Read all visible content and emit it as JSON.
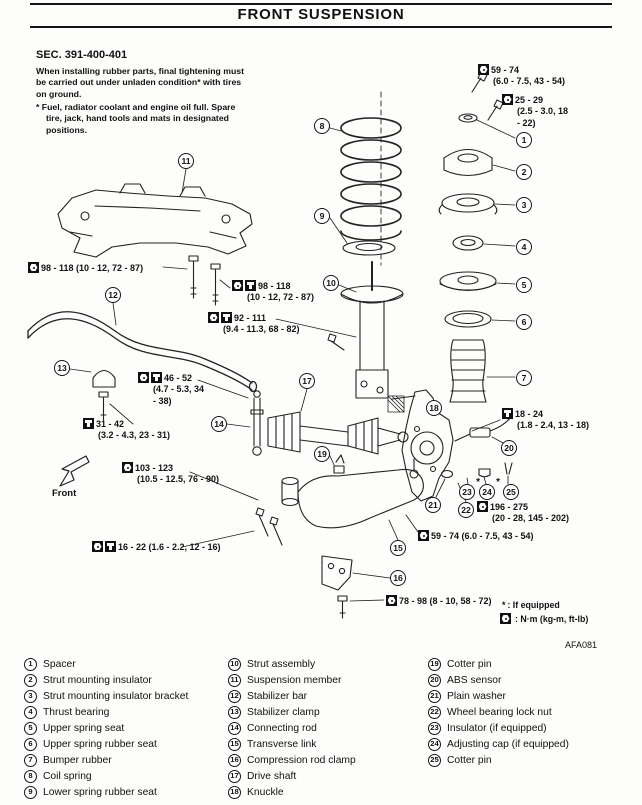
{
  "header": {
    "title": "FRONT SUSPENSION",
    "section": "SEC. 391-400-401",
    "note_main": "When installing rubber parts, final tightening must be carried out under unladen condition* with tires on ground.",
    "note_sub": "* Fuel, radiator coolant and engine oil full. Spare tire, jack, hand tools and mats in designated positions."
  },
  "diagram": {
    "front_label": "Front",
    "figure_id": "AFA081",
    "star": "*",
    "legend": {
      "star": "*",
      "if_equipped": ": If equipped",
      "unit": ": N·m (kg-m, ft-lb)"
    },
    "icons": {
      "nut": "hex-nut-in-black-square",
      "bolt": "bolt-in-black-square"
    },
    "torques": [
      {
        "val": "59 - 74",
        "sub": "(6.0 - 7.5, 43 - 54)",
        "icons": [
          "nut"
        ]
      },
      {
        "val": "25 - 29",
        "sub": "(2.5 - 3.0, 18 - 22)",
        "icons": [
          "nut"
        ]
      },
      {
        "val": "98 - 118 (10 - 12, 72 - 87)",
        "icons": [
          "nut"
        ]
      },
      {
        "val": "98 - 118",
        "sub": "(10 - 12, 72 - 87)",
        "icons": [
          "nut",
          "bolt"
        ]
      },
      {
        "val": "92 - 111",
        "sub": "(9.4 - 11.3, 68 - 82)",
        "icons": [
          "nut",
          "bolt"
        ]
      },
      {
        "val": "46 - 52",
        "sub": "(4.7 - 5.3, 34 - 38)",
        "icons": [
          "nut",
          "bolt"
        ]
      },
      {
        "val": "31 - 42",
        "sub": "(3.2 - 4.3, 23 - 31)",
        "icons": [
          "bolt"
        ]
      },
      {
        "val": "103 - 123",
        "sub": "(10.5 - 12.5, 76 - 90)",
        "icons": [
          "nut"
        ]
      },
      {
        "val": "16 - 22 (1.6 - 2.2, 12 - 16)",
        "icons": [
          "nut",
          "bolt"
        ]
      },
      {
        "val": "18 - 24",
        "sub": "(1.8 - 2.4, 13 - 18)",
        "icons": [
          "bolt"
        ]
      },
      {
        "val": "196 - 275",
        "sub": "(20 - 28, 145 - 202)",
        "icons": [
          "nut"
        ]
      },
      {
        "val": "59 - 74 (6.0 - 7.5, 43 - 54)",
        "icons": [
          "nut"
        ]
      },
      {
        "val": "78 - 98 (8 - 10, 58 - 72)",
        "icons": [
          "nut"
        ]
      }
    ]
  },
  "parts": [
    {
      "num": "1",
      "name": "Spacer"
    },
    {
      "num": "2",
      "name": "Strut mounting insulator"
    },
    {
      "num": "3",
      "name": "Strut mounting insulator bracket"
    },
    {
      "num": "4",
      "name": "Thrust bearing"
    },
    {
      "num": "5",
      "name": "Upper spring seat"
    },
    {
      "num": "6",
      "name": "Upper spring rubber seat"
    },
    {
      "num": "7",
      "name": "Bumper rubber"
    },
    {
      "num": "8",
      "name": "Coil spring"
    },
    {
      "num": "9",
      "name": "Lower spring rubber seat"
    },
    {
      "num": "10",
      "name": "Strut assembly"
    },
    {
      "num": "11",
      "name": "Suspension member"
    },
    {
      "num": "12",
      "name": "Stabilizer bar"
    },
    {
      "num": "13",
      "name": "Stabilizer clamp"
    },
    {
      "num": "14",
      "name": "Connecting rod"
    },
    {
      "num": "15",
      "name": "Transverse link"
    },
    {
      "num": "16",
      "name": "Compression rod clamp"
    },
    {
      "num": "17",
      "name": "Drive shaft"
    },
    {
      "num": "18",
      "name": "Knuckle"
    },
    {
      "num": "19",
      "name": "Cotter pin"
    },
    {
      "num": "20",
      "name": "ABS sensor"
    },
    {
      "num": "21",
      "name": "Plain washer"
    },
    {
      "num": "22",
      "name": "Wheel bearing lock nut"
    },
    {
      "num": "23",
      "name": "Insulator (if equipped)"
    },
    {
      "num": "24",
      "name": "Adjusting cap (if equipped)"
    },
    {
      "num": "25",
      "name": "Cotter pin"
    }
  ]
}
